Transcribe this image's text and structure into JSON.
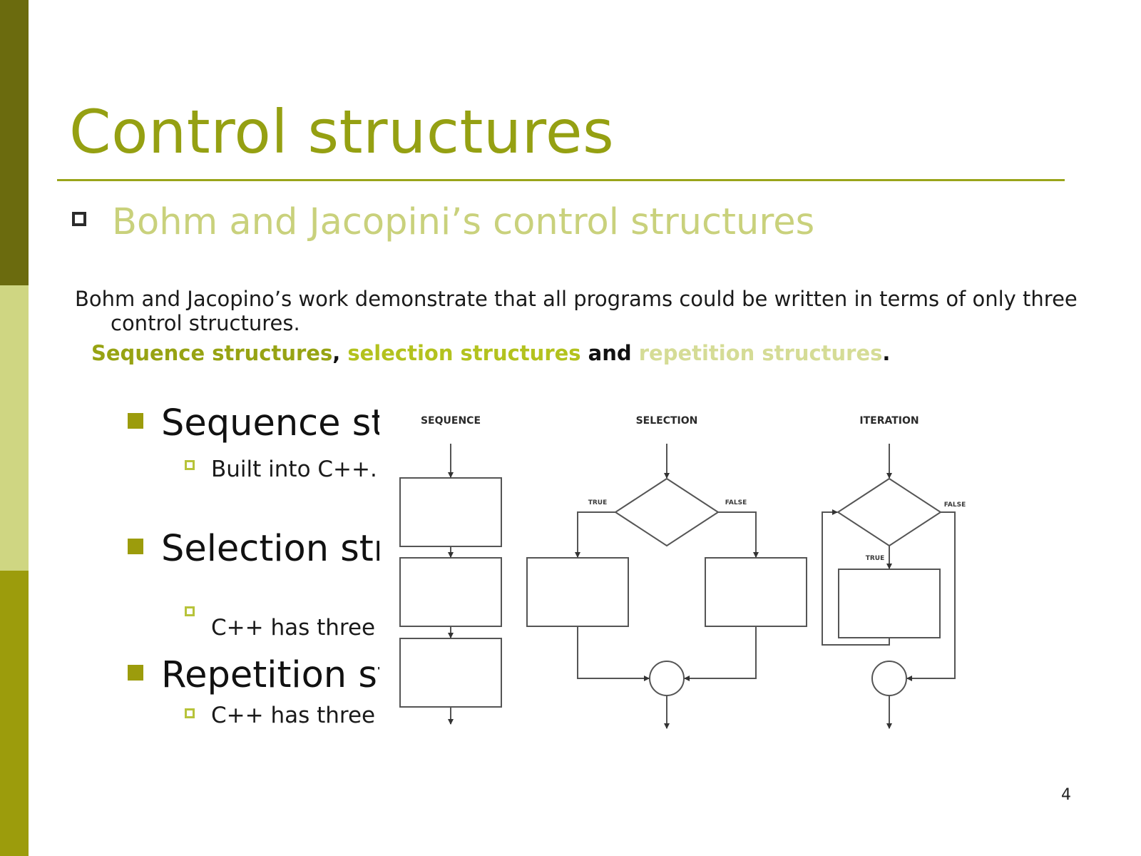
{
  "slide": {
    "title": "Control structures",
    "subtitle": "Bohm and Jacopini’s control structures",
    "description": "Bohm and Jacopino’s work demonstrate that all programs could be written in terms of only three control structures.",
    "structures_line": {
      "sequence": "Sequence structures",
      "comma": ", ",
      "selection": "selection structures",
      "and": " and ",
      "repetition": "repetition structures",
      "period": "."
    },
    "bullets": [
      {
        "label": "Sequence st",
        "sub": "Built into C++.  P"
      },
      {
        "label": "Selection str",
        "sub": "C++ has three ty"
      },
      {
        "label": "Repetition st",
        "sub": "C++ has three ty"
      }
    ],
    "page_number": "4"
  },
  "diagram": {
    "labels": {
      "sequence": "SEQUENCE",
      "selection": "SELECTION",
      "iteration": "ITERATION"
    },
    "branch_labels": {
      "selection_true": "TRUE",
      "selection_false": "FALSE",
      "iteration_true": "TRUE",
      "iteration_false": "FALSE"
    }
  },
  "colors": {
    "accent": "#95a012",
    "sidebar_dark": "#6b6b0e",
    "sidebar_light": "#cfd682",
    "sidebar_mid": "#9c9c0c"
  }
}
